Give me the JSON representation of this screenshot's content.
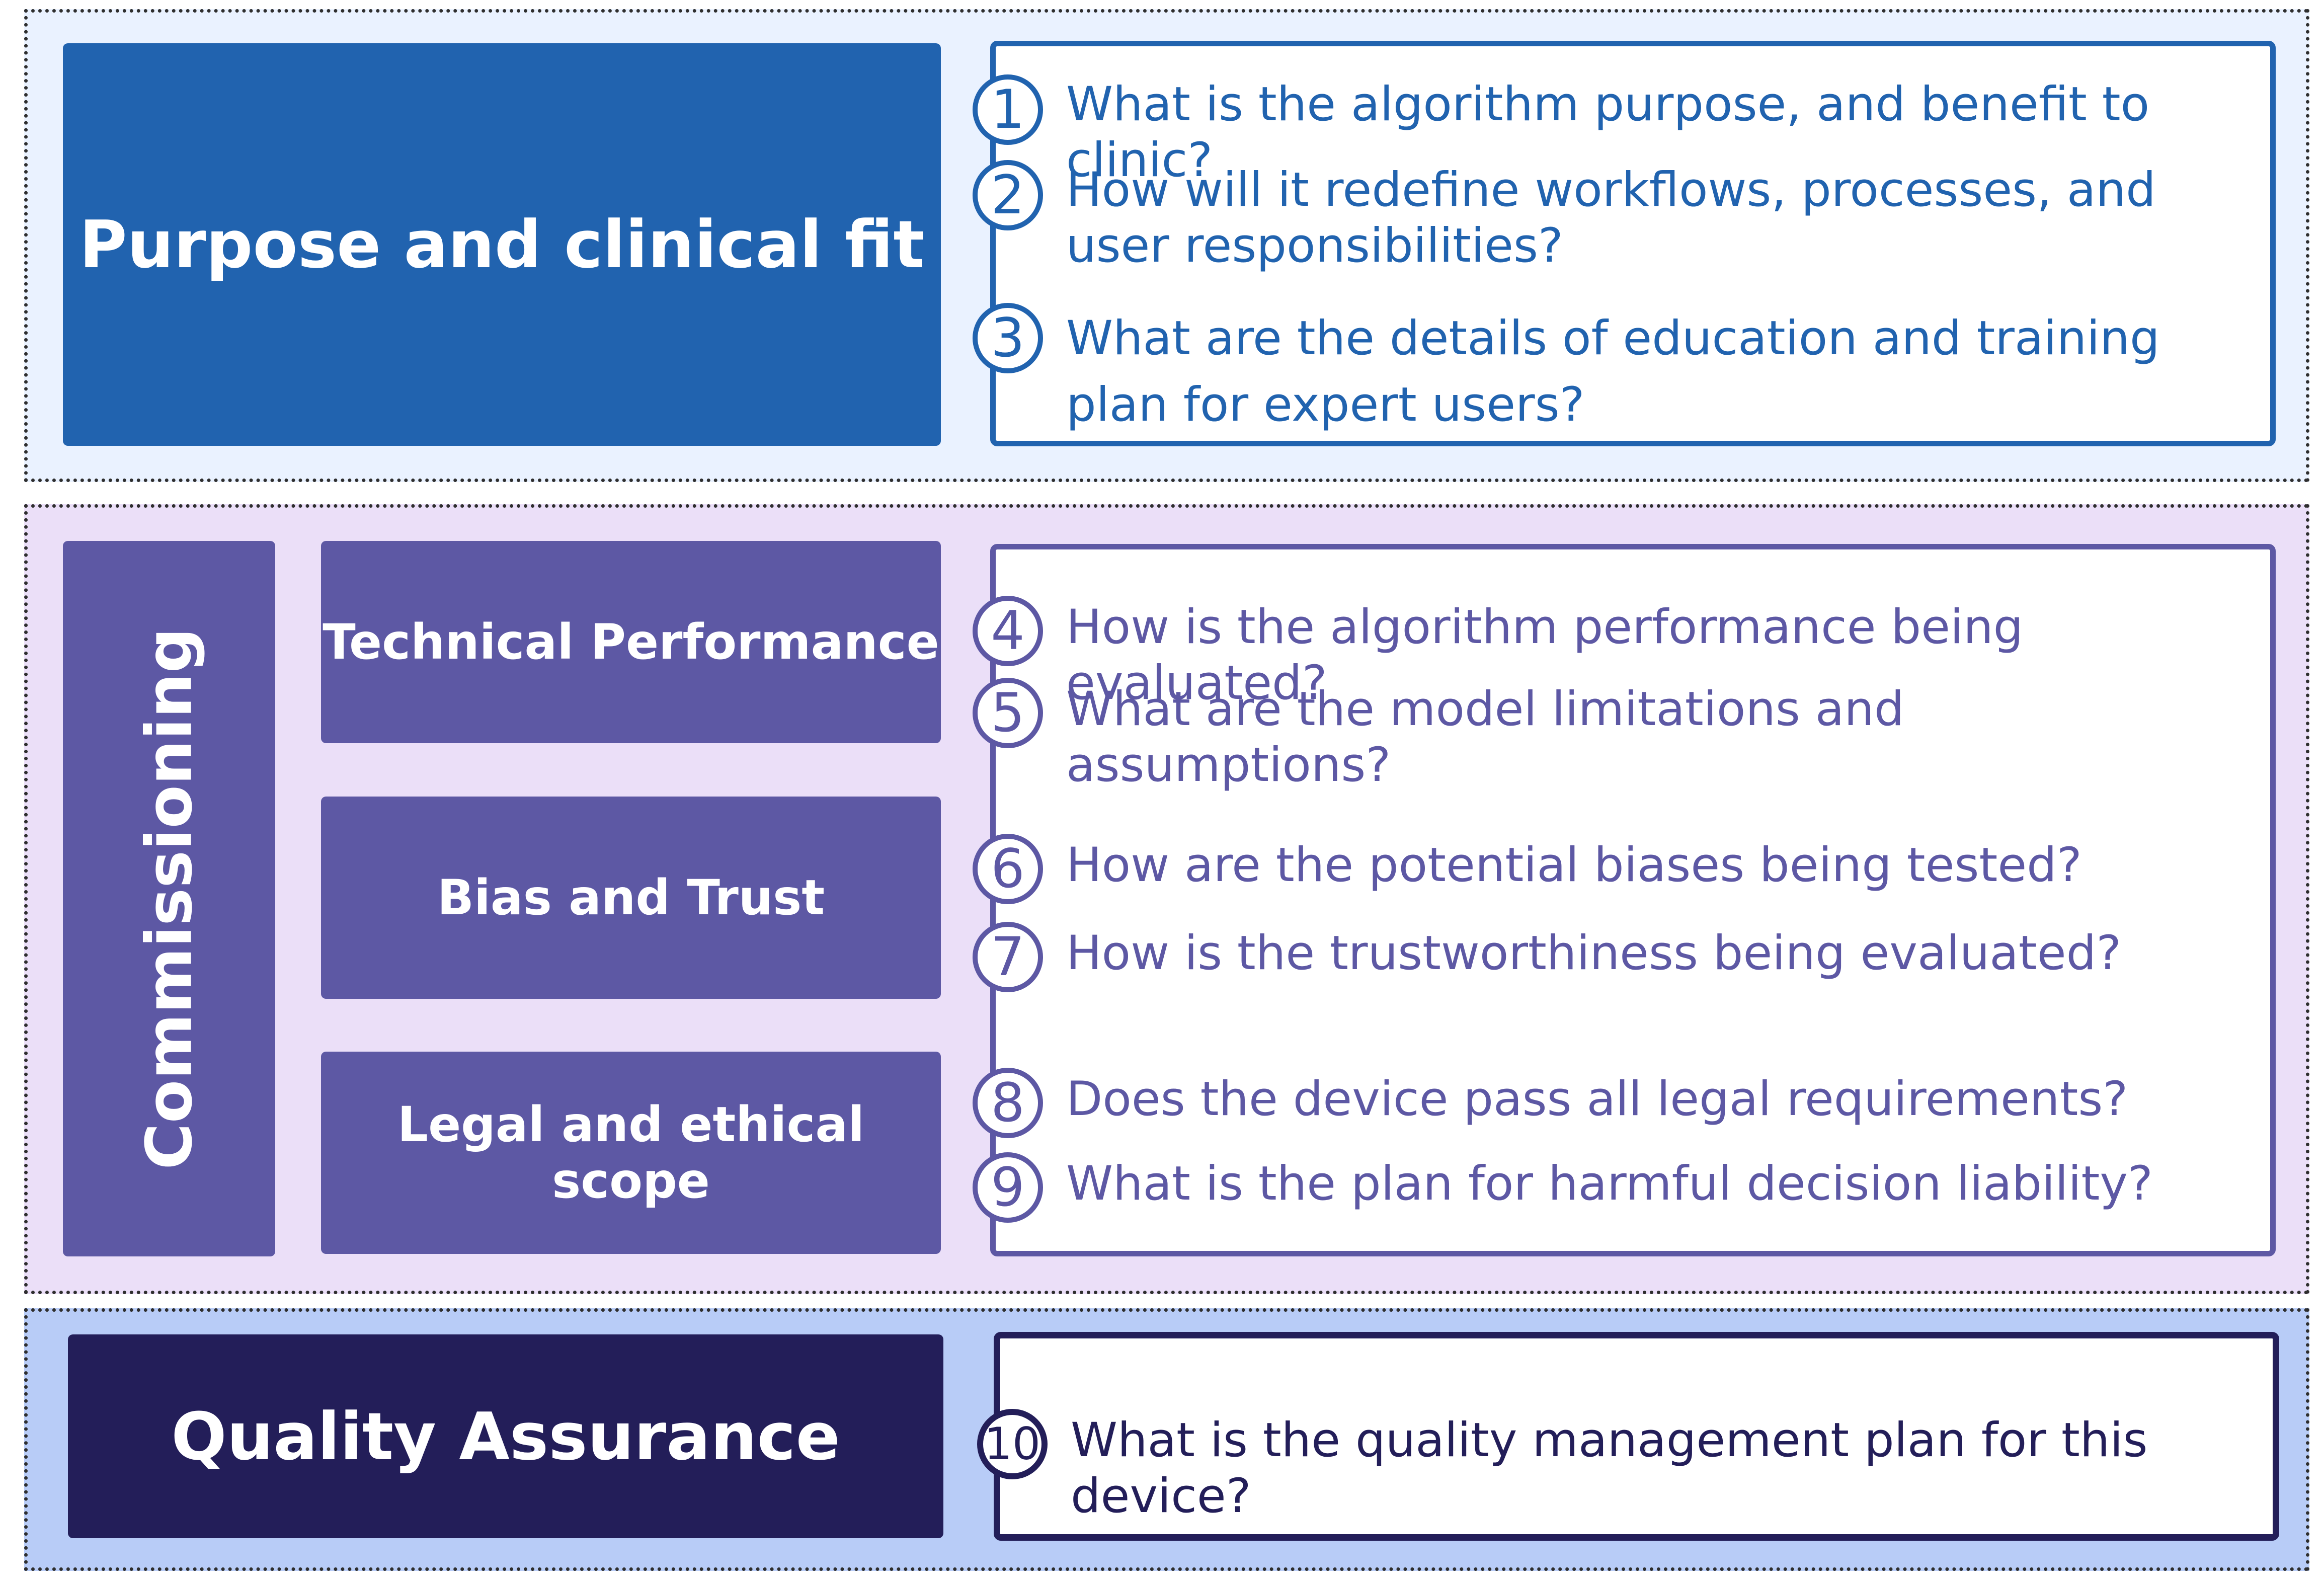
{
  "colors": {
    "purpose_bg": "#eaf2ff",
    "purpose_box": "#2163af",
    "purpose_text": "#2163af",
    "commissioning_bg": "#ebdff8",
    "commissioning_box": "#5d58a4",
    "commissioning_text": "#5d58a4",
    "qa_bg": "#b8ccf7",
    "qa_box": "#231e59",
    "qa_text": "#231e59"
  },
  "sections": {
    "purpose": {
      "title": "Purpose and clinical fit",
      "questions": [
        {
          "number": "1",
          "text": "What is the algorithm purpose, and benefit to clinic?"
        },
        {
          "number": "2",
          "text": "How will it redefine workflows, processes, and user responsibilities?"
        },
        {
          "number": "3",
          "text": "What are the details of education and training plan for expert users?"
        }
      ]
    },
    "commissioning": {
      "title": "Commissioning",
      "subsections": [
        {
          "title": "Technical Performance"
        },
        {
          "title": "Bias and Trust"
        },
        {
          "title": "Legal and ethical scope"
        }
      ],
      "questions": [
        {
          "number": "4",
          "text": "How is the algorithm performance being evaluated?"
        },
        {
          "number": "5",
          "text": "What are the model limitations and assumptions?"
        },
        {
          "number": "6",
          "text": "How are the potential biases being tested?"
        },
        {
          "number": "7",
          "text": "How is the trustworthiness being evaluated?"
        },
        {
          "number": "8",
          "text": "Does the device pass all legal requirements?"
        },
        {
          "number": "9",
          "text": "What is the plan for harmful decision liability?"
        }
      ]
    },
    "qa": {
      "title": "Quality Assurance",
      "questions": [
        {
          "number": "10",
          "text": "What is the quality management plan for this device?"
        }
      ]
    }
  }
}
